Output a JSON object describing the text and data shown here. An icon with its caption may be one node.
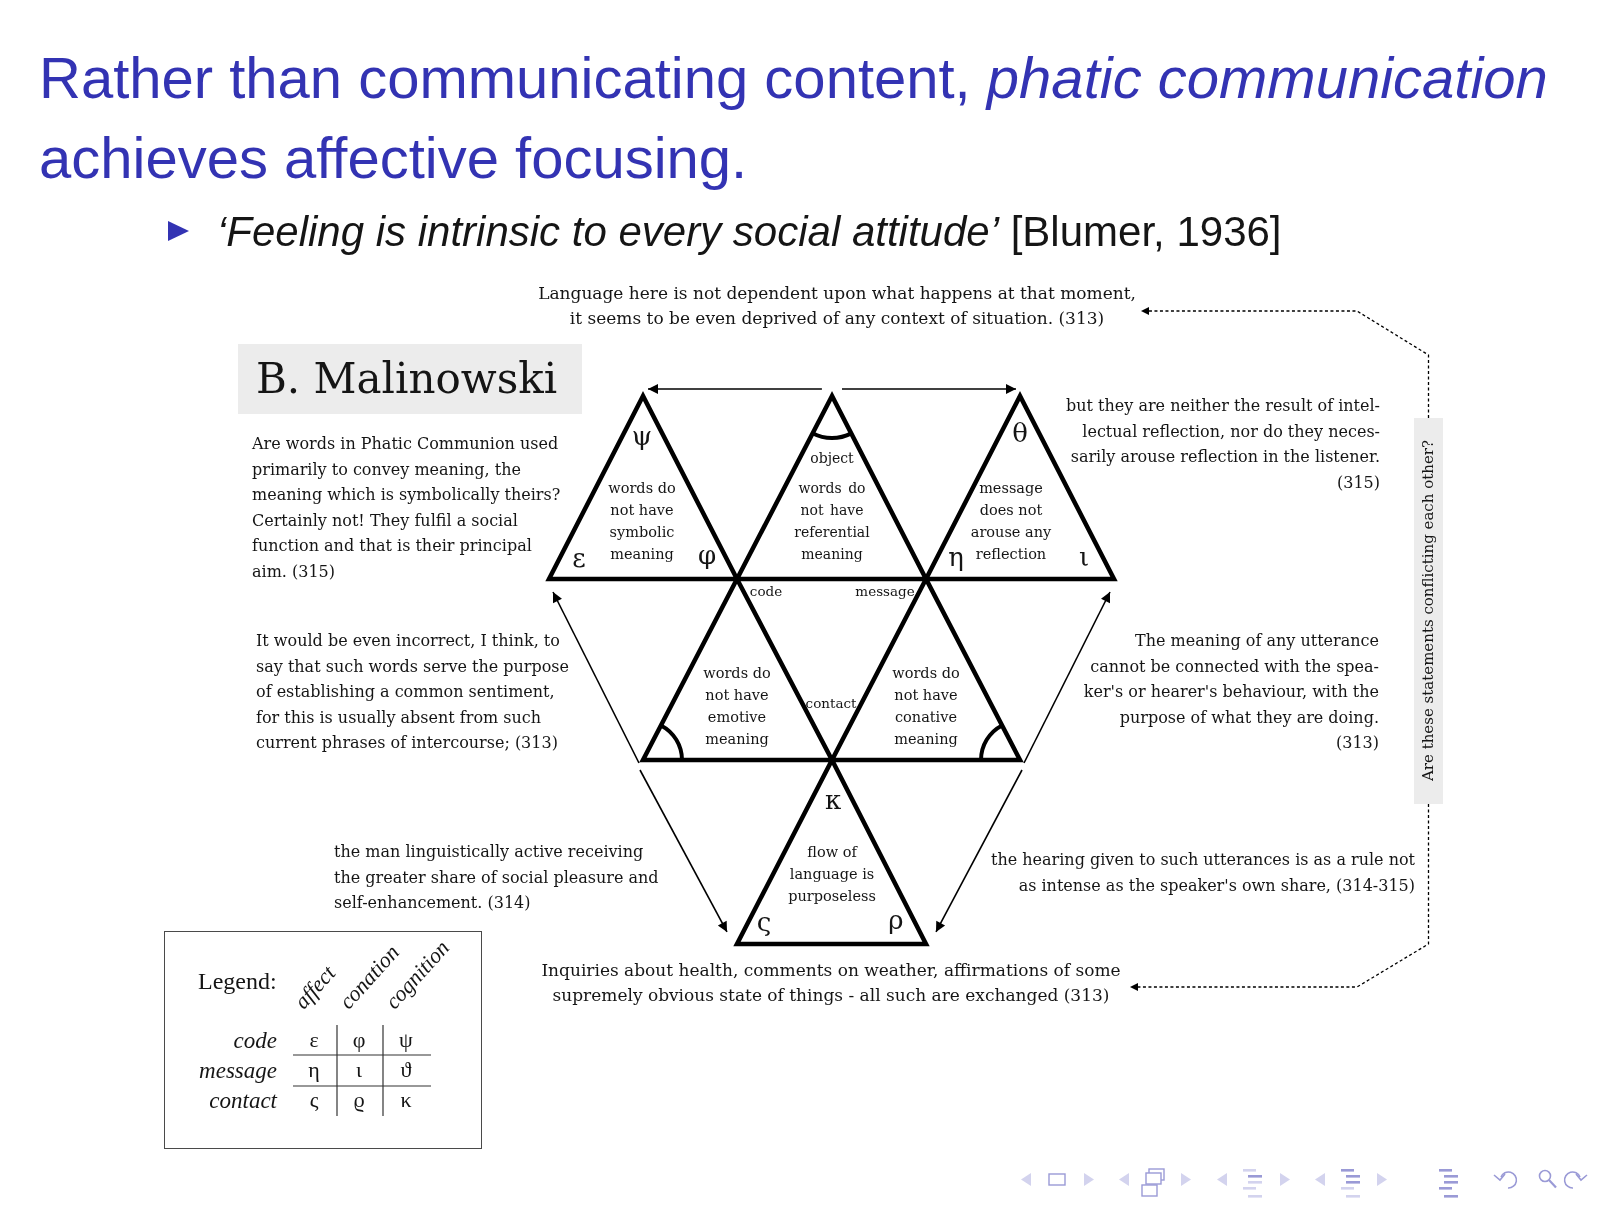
{
  "diagram": {
    "title": "Rather than communicating content, *phatic communication* achieves affective focusing.",
    "nodes": [
      {
        "text": [
          "Language here is not dependent upon what happens at that moment, it seems to be even deprived of any context of situation. (313)"
        ]
      },
      {
        "text": [
          "B. Malinowski"
        ]
      },
      {
        "text": [
          "ψ",
          "words do not have symbolic meaning",
          "ε",
          "φ"
        ]
      },
      {
        "text": [
          "object",
          "words do not have referential meaning"
        ]
      },
      {
        "text": [
          "θ",
          "message does not arouse any reflection",
          "η",
          "ι"
        ]
      },
      {
        "text": [
          "Are these statements conflicting each other?"
        ]
      },
      {
        "text": [
          "words do not have emotive meaning"
        ]
      },
      {
        "text": [
          "words do not have conative meaning"
        ]
      },
      {
        "text": [
          "κ",
          "flow of language is purposeless",
          "ς",
          "ρ"
        ]
      },
      {
        "text": [
          "Inquiries about health, comments on weather, affirmations of some supremely obvious state of things - all such are exchanged (313)"
        ]
      },
      {
        "text": [
          "Legend:"
        ]
      }
    ],
    "edges": [
      {
        "from": 3,
        "to": 2,
        "arrow": "to"
      },
      {
        "from": 3,
        "to": 4,
        "arrow": "to"
      },
      {
        "from": 6,
        "to": 2,
        "arrow": "to"
      },
      {
        "from": 7,
        "to": 4,
        "arrow": "to"
      },
      {
        "from": 6,
        "to": 8,
        "arrow": "to"
      },
      {
        "from": 7,
        "to": 8,
        "arrow": "to"
      },
      {
        "from": 5,
        "to": 0,
        "arrow": "to",
        "style": "dashed"
      },
      {
        "from": 5,
        "to": 9,
        "arrow": "to",
        "style": "dashed"
      }
    ],
    "labels": [
      "*‘Feeling is intrinsic to every social attitude’* [Blumer, 1936]",
      "Are words in Phatic Communion used primarily to convey meaning, the meaning which is symbolically theirs? Certainly not! They fulfil a social function and that is their principal aim. (315)",
      "but they are neither the result of intel- lectual reflection, nor do they neces- sarily arouse reflection in the listener. (315)",
      "code",
      "message",
      "It would be even incorrect, I think, to say that such words serve the purpose of establishing a common sentiment, for this is usually absent from such current phrases of intercourse; (313)",
      "The meaning of any utterance cannot be connected with the spea- ker's or hearer's behaviour, with the purpose of what they are doing. (313)",
      "contact",
      "the man linguistically active receiving the greater share of social pleasure and self-enhancement. (314)",
      "the hearing given to such utterances is as a rule not as intense as the speaker's own share, (314-315)",
      "affect",
      "conation",
      "cognition",
      "code",
      "ε",
      "φ",
      "ψ",
      "message",
      "η",
      "ι",
      "ϑ",
      "contact",
      "ς",
      "ϱ",
      "κ"
    ]
  }
}
